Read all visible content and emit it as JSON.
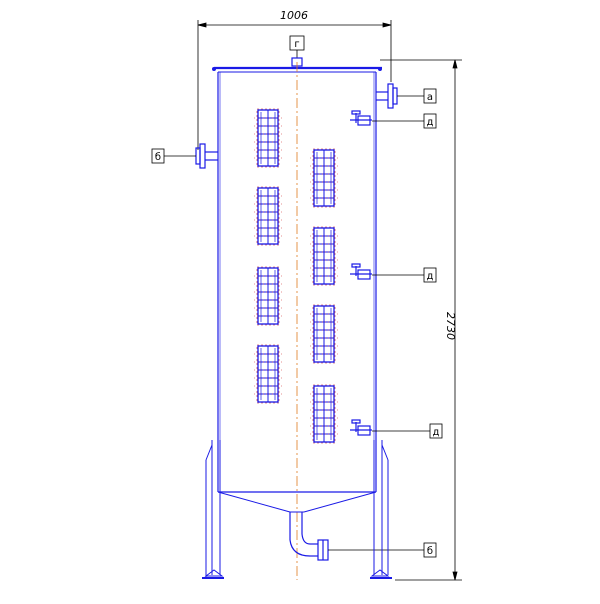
{
  "drawing": {
    "width_dimension": "1006",
    "height_dimension": "2730",
    "callouts": {
      "top_nozzle": "г",
      "right_top_nozzle": "а",
      "left_nozzle": "б",
      "right_valve_1": "д",
      "right_valve_2": "д",
      "right_valve_3": "д",
      "bottom_outlet": "б"
    }
  },
  "colors": {
    "line": "#1a1ae6",
    "outline": "#000000",
    "heater": "#cc2222",
    "centerline": "#e07a20"
  }
}
